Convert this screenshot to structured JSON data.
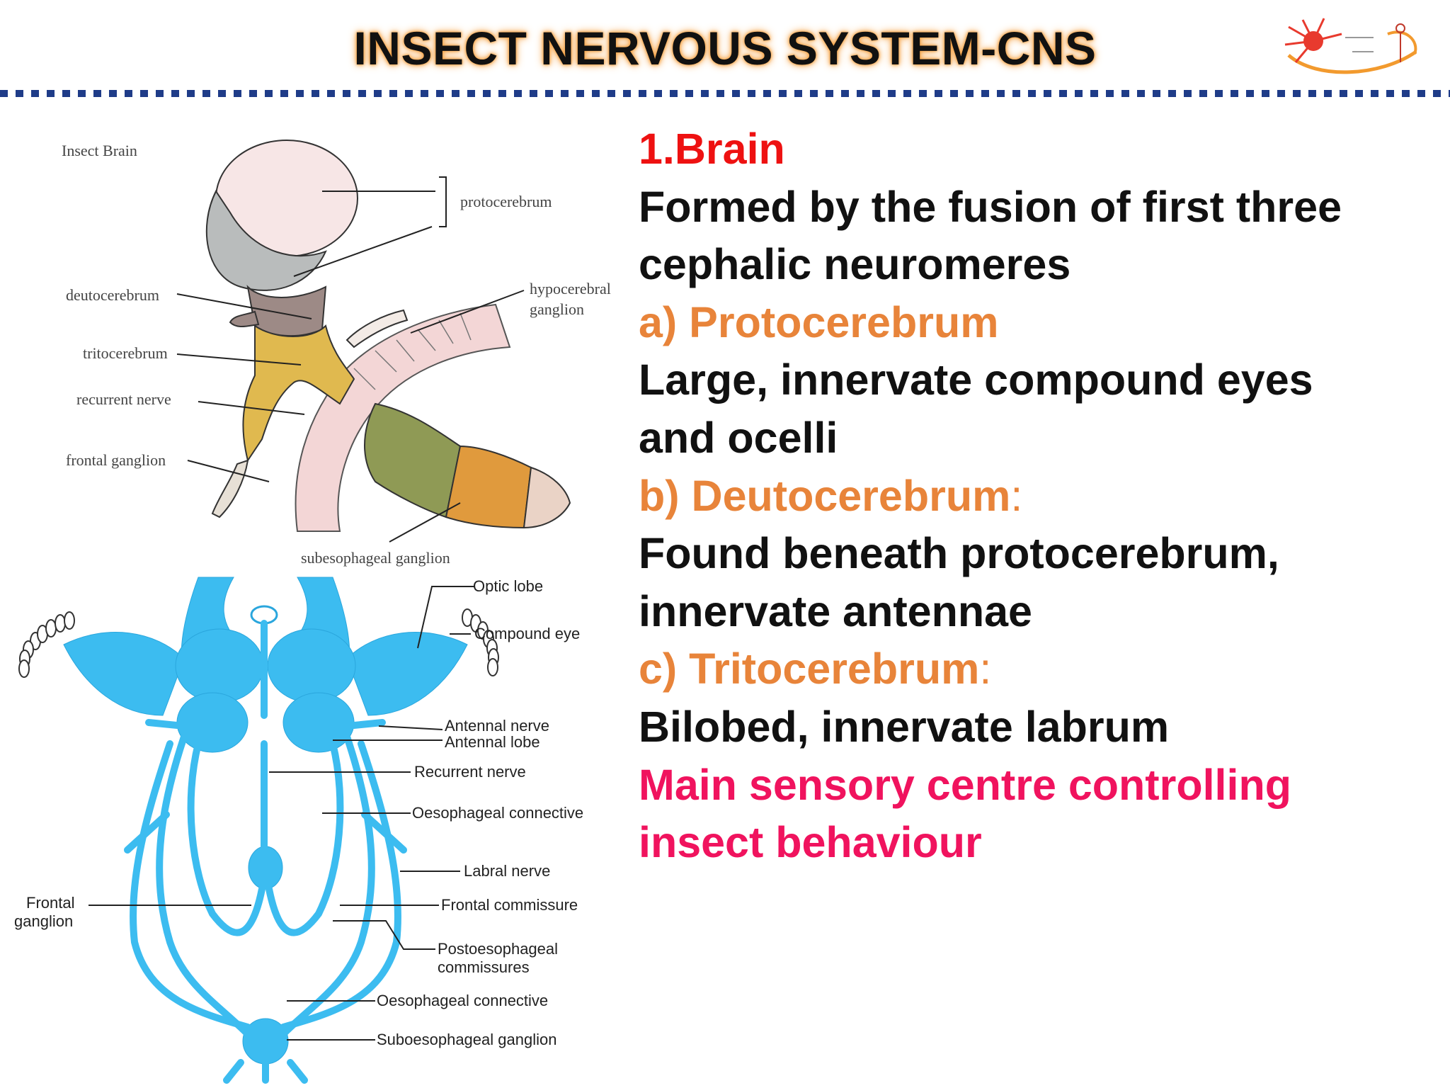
{
  "slide": {
    "title": "INSECT NERVOUS SYSTEM-CNS"
  },
  "content": {
    "heading": "1.Brain",
    "intro_line1": "Formed by the fusion of first three",
    "intro_line2": "cephalic neuromeres",
    "a_label": "a) Protocerebrum",
    "a_line1": "Large, innervate compound eyes",
    "a_line2": "and ocelli",
    "b_label": "b) Deutocerebrum",
    "b_colon": ":",
    "b_line1": "Found beneath protocerebrum,",
    "b_line2": "innervate antennae",
    "c_label": "c) Tritocerebrum",
    "c_colon": ":",
    "c_line1": "Bilobed, innervate labrum",
    "highlight_line1": "Main sensory centre controlling",
    "highlight_line2": "insect behaviour"
  },
  "diagram_top": {
    "caption": "Insect Brain",
    "labels": {
      "protocerebrum": "protocerebrum",
      "deutocerebrum": "deutocerebrum",
      "tritocerebrum": "tritocerebrum",
      "recurrent_nerve": "recurrent nerve",
      "frontal_ganglion": "frontal ganglion",
      "hypocerebral_1": "hypocerebral",
      "hypocerebral_2": "ganglion",
      "subesophageal": "subesophageal ganglion"
    }
  },
  "diagram_bottom": {
    "labels": {
      "optic_lobe": "Optic lobe",
      "compound_eye": "Compound eye",
      "antennal_nerve": "Antennal nerve",
      "antennal_lobe": "Antennal lobe",
      "recurrent_nerve": "Recurrent nerve",
      "oesophageal_connective_1": "Oesophageal connective",
      "labral_nerve": "Labral nerve",
      "frontal_commissure": "Frontal commissure",
      "frontal_ganglion_1": "Frontal",
      "frontal_ganglion_2": "ganglion",
      "postoesophageal_1": "Postoesophageal",
      "postoesophageal_2": "commissures",
      "oesophageal_connective_2": "Oesophageal connective",
      "suboesophageal": "Suboesophageal ganglion"
    }
  },
  "colors": {
    "title_glow": "#f5a347",
    "divider": "#1f3c88",
    "heading_red": "#ee1111",
    "subheading_orange": "#e8843a",
    "highlight_pink": "#f0135e",
    "nerve_blue": "#3cbcf0"
  }
}
